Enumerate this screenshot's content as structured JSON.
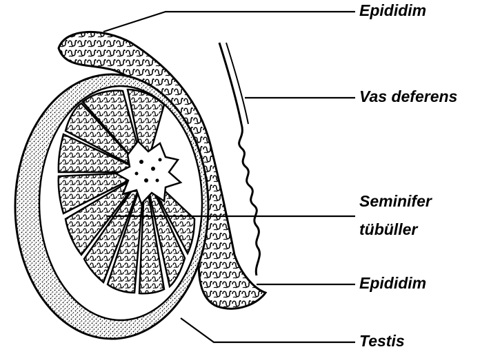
{
  "labels": {
    "epididim_top": "Epididim",
    "vas_deferens": "Vas deferens",
    "seminifer_line1": "Seminifer",
    "seminifer_line2": "tübüller",
    "epididim_bottom": "Epididim",
    "testis": "Testis"
  },
  "colors": {
    "ink": "#000000",
    "paper": "#ffffff"
  }
}
